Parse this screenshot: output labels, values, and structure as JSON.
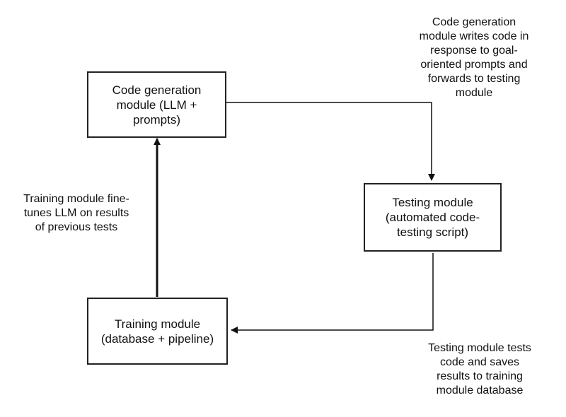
{
  "nodes": {
    "codegen": {
      "lines": [
        "Code generation",
        "module (LLM +",
        "prompts)"
      ]
    },
    "testing": {
      "lines": [
        "Testing module",
        "(automated code-",
        "testing script)"
      ]
    },
    "training": {
      "lines": [
        "Training module",
        "(database + pipeline)"
      ]
    }
  },
  "annotations": {
    "codegen_to_testing": {
      "lines": [
        "Code generation",
        "module writes code in",
        "response to goal-",
        "oriented prompts and",
        "forwards to testing",
        "module"
      ]
    },
    "training_to_codegen": {
      "lines": [
        "Training module fine-",
        "tunes LLM on results",
        "of previous tests"
      ]
    },
    "testing_to_training": {
      "lines": [
        "Testing module tests",
        "code and saves",
        "results to training",
        "module database"
      ]
    }
  },
  "colors": {
    "line": "#111111",
    "border": "#222222",
    "background": "#ffffff"
  }
}
